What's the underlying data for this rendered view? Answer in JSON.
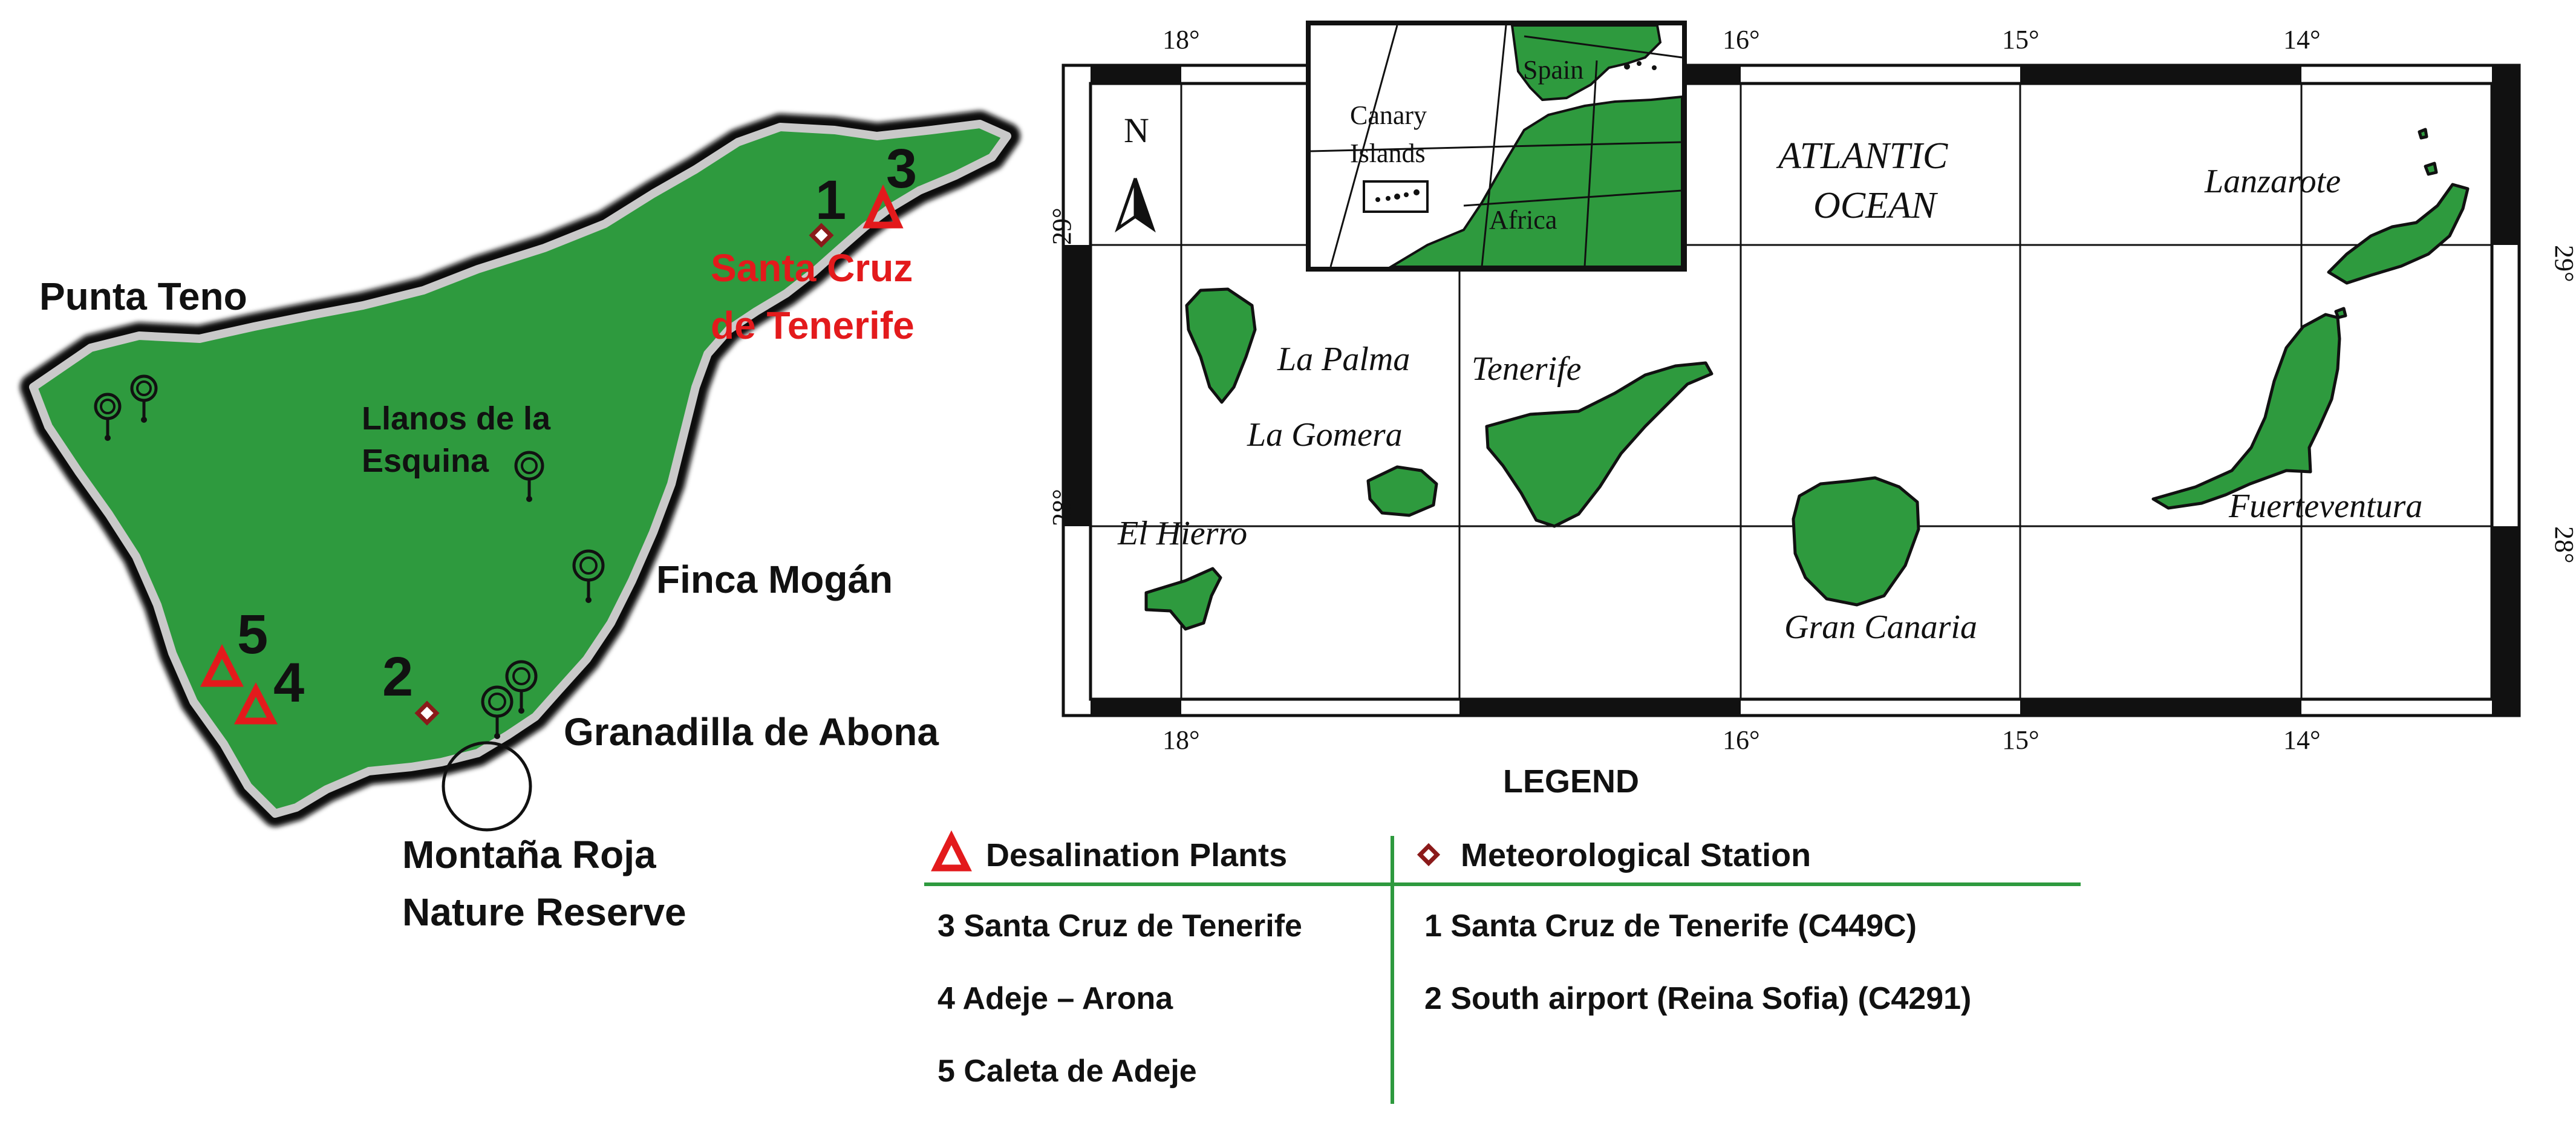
{
  "tenerife_map": {
    "places": {
      "punta_teno": "Punta Teno",
      "llanos_line1": "Llanos de la",
      "llanos_line2": "Esquina",
      "finca_mogan": "Finca Mogán",
      "granadilla": "Granadilla de Abona",
      "montana_line1": "Montaña Roja",
      "montana_line2": "Nature Reserve",
      "santa_cruz_line1": "Santa Cruz",
      "santa_cruz_line2": "de Tenerife"
    },
    "markers": {
      "station_1": "1",
      "station_2": "2",
      "plant_3": "3",
      "plant_4": "4",
      "plant_5": "5"
    },
    "colors": {
      "land": "#2e9a3e",
      "plant": "#e31a1c",
      "station": "#8b1a1a",
      "highlight_text": "#e31a1c"
    }
  },
  "canary_map": {
    "islands": {
      "lanzarote": "Lanzarote",
      "fuerteventura": "Fuerteventura",
      "gran_canaria": "Gran Canaria",
      "tenerife": "Tenerife",
      "la_gomera": "La Gomera",
      "la_palma": "La Palma",
      "el_hierro": "El Hierro"
    },
    "ocean_line1": "ATLANTIC",
    "ocean_line2": "OCEAN",
    "north_letter": "N",
    "top_ticks": [
      "18°",
      "16°",
      "15°",
      "14°"
    ],
    "bottom_ticks": [
      "18°",
      "16°",
      "15°",
      "14°"
    ],
    "left_ticks": [
      "29°",
      "28°"
    ],
    "right_ticks": [
      "29°",
      "28°"
    ],
    "inset": {
      "spain": "Spain",
      "africa": "Africa",
      "canary_line1": "Canary",
      "canary_line2": "Islands"
    }
  },
  "legend": {
    "title": "LEGEND",
    "plants_header": "Desalination Plants",
    "stations_header": "Meteorological Station",
    "plants": [
      "3 Santa Cruz de Tenerife",
      "4 Adeje – Arona",
      "5 Caleta de Adeje"
    ],
    "stations": [
      "1 Santa Cruz de Tenerife (C449C)",
      "2 South airport (Reina Sofia) (C4291)"
    ],
    "line_color": "#2e9a3e"
  }
}
